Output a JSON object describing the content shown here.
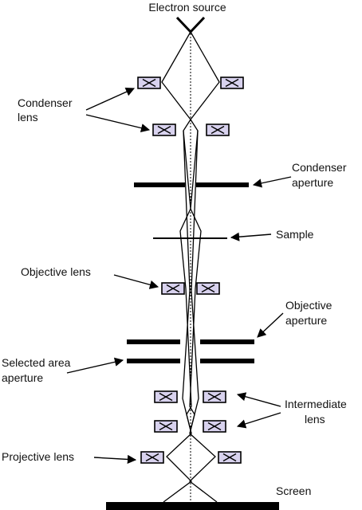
{
  "labels": {
    "electron_source": "Electron source",
    "condenser_lens_1": "Condenser",
    "condenser_lens_2": "lens",
    "condenser_aperture_1": "Condenser",
    "condenser_aperture_2": "aperture",
    "sample": "Sample",
    "objective_lens": "Objective lens",
    "objective_aperture_1": "Objective",
    "objective_aperture_2": "aperture",
    "selected_area_1": "Selected area",
    "selected_area_2": "aperture",
    "intermediate_lens_1": "Intermediate",
    "intermediate_lens_2": "lens",
    "projective_lens": "Projective lens",
    "screen": "Screen"
  },
  "colors": {
    "lens_fill": "#d8d2ee",
    "line": "#000000"
  },
  "icons": {
    "lens": "crossed-box-icon",
    "arrow": "arrow-icon"
  }
}
